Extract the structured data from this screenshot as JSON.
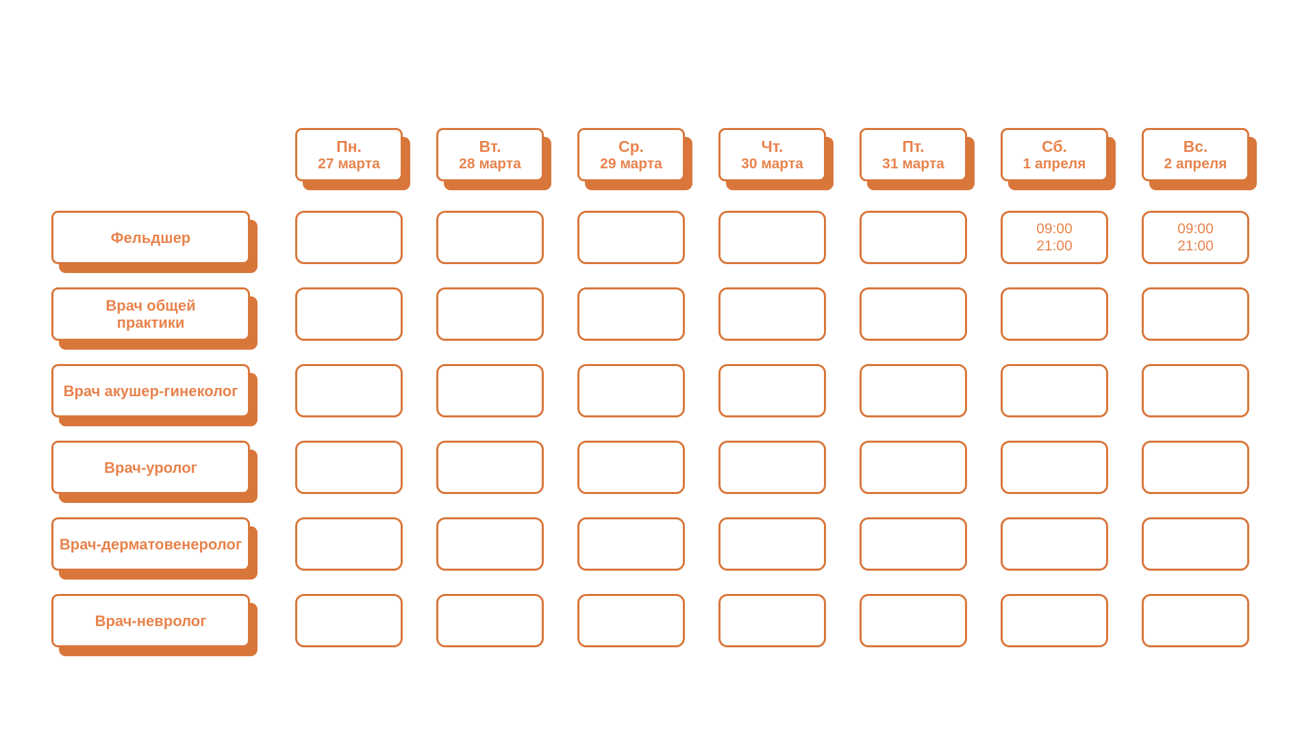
{
  "colors": {
    "accent": "#D9763A",
    "text": "#E8834C",
    "background": "#FFFFFF"
  },
  "chart_data": {
    "type": "table",
    "title": "",
    "columns": [
      {
        "day": "Пн.",
        "date": "27 марта"
      },
      {
        "day": "Вт.",
        "date": "28 марта"
      },
      {
        "day": "Ср.",
        "date": "29 марта"
      },
      {
        "day": "Чт.",
        "date": "30 марта"
      },
      {
        "day": "Пт.",
        "date": "31 марта"
      },
      {
        "day": "Сб.",
        "date": "1 апреля"
      },
      {
        "day": "Вс.",
        "date": "2 апреля"
      }
    ],
    "rows": [
      {
        "label": "Фельдшер",
        "cells": [
          "",
          "",
          "",
          "",
          "",
          "09:00\n21:00",
          "09:00\n21:00"
        ]
      },
      {
        "label": "Врач общей\nпрактики",
        "cells": [
          "",
          "",
          "",
          "",
          "",
          "",
          ""
        ]
      },
      {
        "label": "Врач акушер-гинеколог",
        "cells": [
          "",
          "",
          "",
          "",
          "",
          "",
          ""
        ]
      },
      {
        "label": "Врач-уролог",
        "cells": [
          "",
          "",
          "",
          "",
          "",
          "",
          ""
        ]
      },
      {
        "label": "Врач-дерматовенеролог",
        "cells": [
          "",
          "",
          "",
          "",
          "",
          "",
          ""
        ]
      },
      {
        "label": "Врач-невролог",
        "cells": [
          "",
          "",
          "",
          "",
          "",
          "",
          ""
        ]
      }
    ]
  }
}
